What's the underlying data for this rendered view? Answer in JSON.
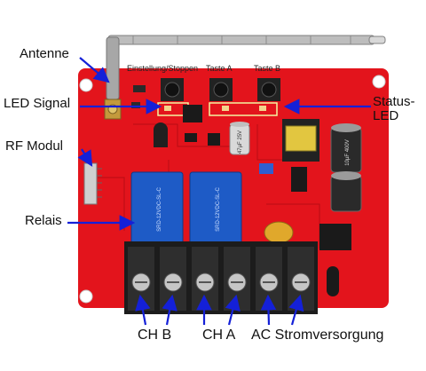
{
  "labels": {
    "antenne": "Antenne",
    "led_signal": "LED Signal",
    "rf_modul": "RF Modul",
    "relais": "Relais",
    "status_led": "Status-\nLED",
    "einstellung_stoppen": "Einstellung/Stoppen",
    "taste_a": "Taste A",
    "taste_b": "Taste B",
    "ch_b": "CH B",
    "ch_a": "CH A",
    "ac_strom": "AC Stromversorgung"
  },
  "components": {
    "relay_1_text": "SRD-12VDC-SL-C",
    "relay_2_text": "SRD-12VDC-SL-C",
    "cap_small_text": "47µF 25V",
    "cap_big_text": "10µF 400V"
  },
  "colors": {
    "board": "#e3141c",
    "relay": "#1e5bc6",
    "terminal": "#1c1c1c",
    "callout": "#1420d8"
  }
}
